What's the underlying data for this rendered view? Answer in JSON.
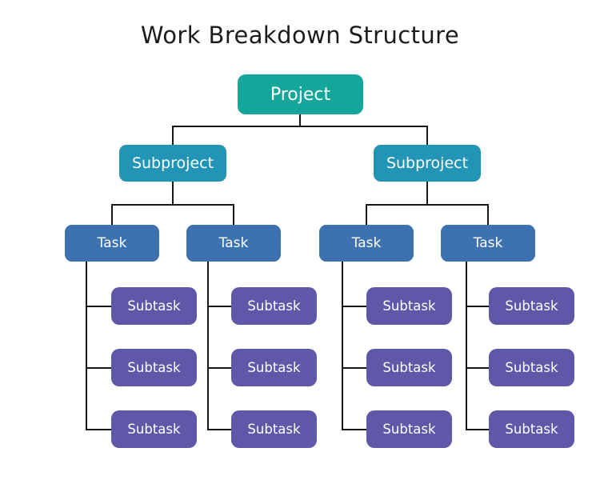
{
  "title": "Work Breakdown Structure",
  "colors": {
    "background": "#ffffff",
    "title_text": "#1c1c1f",
    "box_text": "#ffffff",
    "line": "#161616",
    "project": "#14a69a",
    "subproject": "#2294b6",
    "task": "#3d72b0",
    "subtask": "#5f58a9"
  },
  "tree": {
    "project": {
      "label": "Project"
    },
    "subprojects": [
      {
        "label": "Subproject"
      },
      {
        "label": "Subproject"
      }
    ],
    "tasks": [
      {
        "label": "Task"
      },
      {
        "label": "Task"
      },
      {
        "label": "Task"
      },
      {
        "label": "Task"
      }
    ],
    "subtasks": [
      {
        "label": "Subtask"
      },
      {
        "label": "Subtask"
      },
      {
        "label": "Subtask"
      },
      {
        "label": "Subtask"
      },
      {
        "label": "Subtask"
      },
      {
        "label": "Subtask"
      },
      {
        "label": "Subtask"
      },
      {
        "label": "Subtask"
      },
      {
        "label": "Subtask"
      },
      {
        "label": "Subtask"
      },
      {
        "label": "Subtask"
      },
      {
        "label": "Subtask"
      }
    ]
  }
}
